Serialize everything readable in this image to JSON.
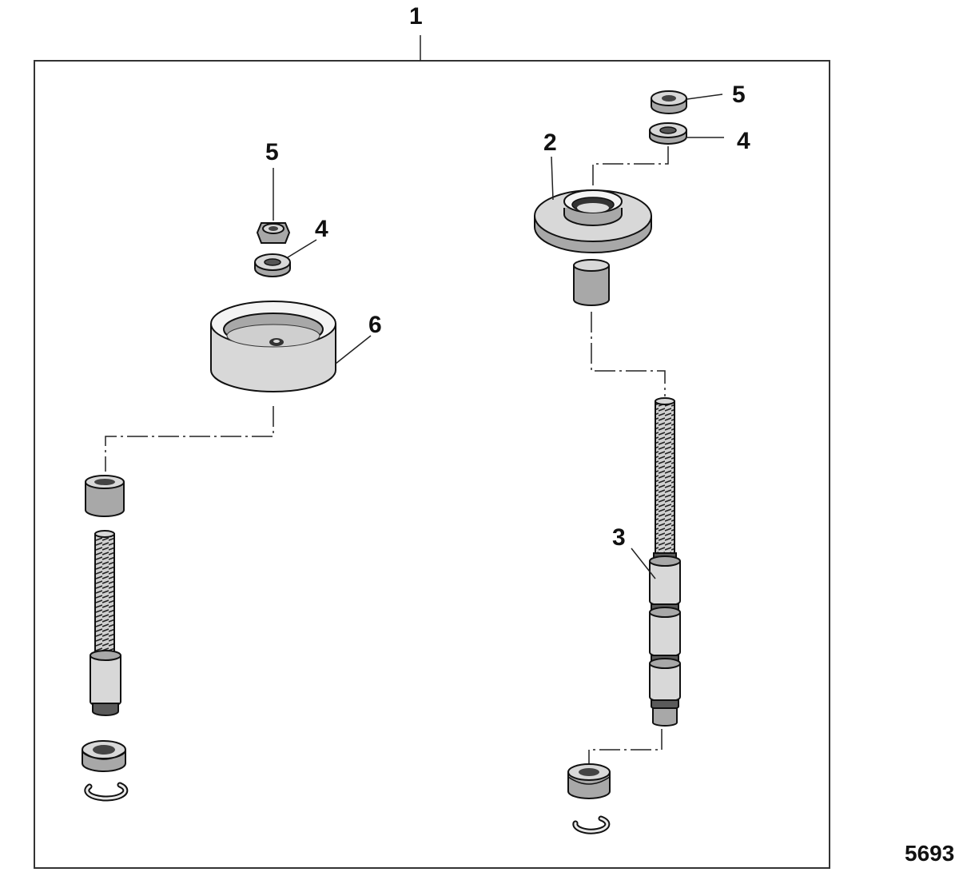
{
  "callouts": {
    "kit": "1",
    "right_plate": "2",
    "right_rod": "3",
    "right_washer": "4",
    "right_nut": "5",
    "left_washer": "4",
    "left_nut": "5",
    "left_cup": "6"
  },
  "figure_id": "5693"
}
